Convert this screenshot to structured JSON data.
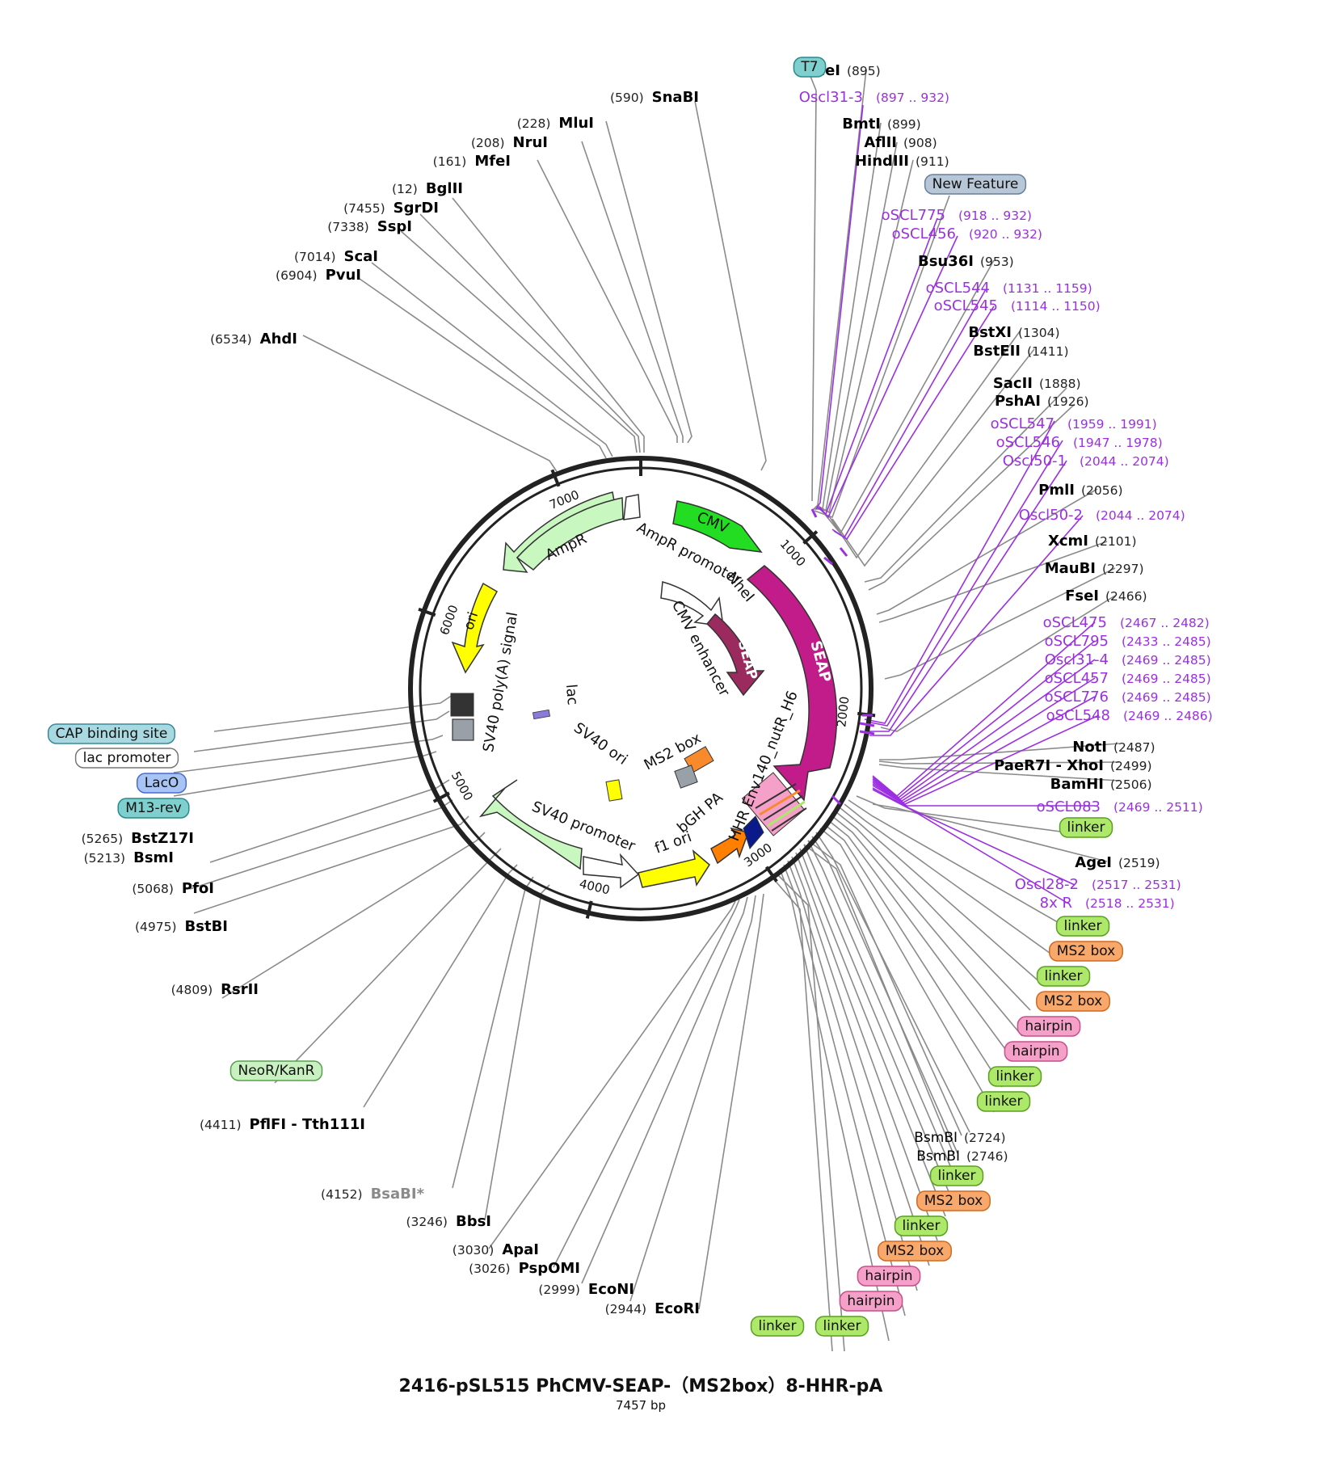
{
  "title": "2416-pSL515 PhCMV-SEAP-（MS2box）8-HHR-pA",
  "length": "7457 bp",
  "ticks": [
    "1000",
    "2000",
    "3000",
    "4000",
    "5000",
    "6000",
    "7000"
  ],
  "enzymes_top": [
    {
      "name": "NheI",
      "pos": "(895)"
    },
    {
      "name": "BmtI",
      "pos": "(899)"
    },
    {
      "name": "AflII",
      "pos": "(908)"
    },
    {
      "name": "HindIII",
      "pos": "(911)"
    },
    {
      "name": "Bsu36I",
      "pos": "(953)"
    },
    {
      "name": "BstXI",
      "pos": "(1304)"
    },
    {
      "name": "BstEII",
      "pos": "(1411)"
    },
    {
      "name": "SacII",
      "pos": "(1888)"
    },
    {
      "name": "PshAI",
      "pos": "(1926)"
    },
    {
      "name": "PmlI",
      "pos": "(2056)"
    },
    {
      "name": "XcmI",
      "pos": "(2101)"
    },
    {
      "name": "MauBI",
      "pos": "(2297)"
    },
    {
      "name": "FseI",
      "pos": "(2466)"
    },
    {
      "name": "NotI",
      "pos": "(2487)"
    },
    {
      "name": "PaeR7I - XhoI",
      "pos": "(2499)"
    },
    {
      "name": "BamHI",
      "pos": "(2506)"
    },
    {
      "name": "AgeI",
      "pos": "(2519)"
    }
  ],
  "primers": [
    {
      "name": "Oscl31-3",
      "range": "(897 .. 932)"
    },
    {
      "name": "oSCL775",
      "range": "(918 .. 932)"
    },
    {
      "name": "oSCL456",
      "range": "(920 .. 932)"
    },
    {
      "name": "oSCL544",
      "range": "(1131 .. 1159)"
    },
    {
      "name": "oSCL545",
      "range": "(1114 .. 1150)"
    },
    {
      "name": "oSCL547",
      "range": "(1959 .. 1991)"
    },
    {
      "name": "oSCL546",
      "range": "(1947 .. 1978)"
    },
    {
      "name": "Oscl50-1",
      "range": "(2044 .. 2074)"
    },
    {
      "name": "Oscl50-2",
      "range": "(2044 .. 2074)"
    },
    {
      "name": "oSCL475",
      "range": "(2467 .. 2482)"
    },
    {
      "name": "oSCL795",
      "range": "(2433 .. 2485)"
    },
    {
      "name": "Oscl31-4",
      "range": "(2469 .. 2485)"
    },
    {
      "name": "oSCL457",
      "range": "(2469 .. 2485)"
    },
    {
      "name": "oSCL776",
      "range": "(2469 .. 2485)"
    },
    {
      "name": "oSCL548",
      "range": "(2469 .. 2486)"
    },
    {
      "name": "oSCL083",
      "range": "(2469 .. 2511)"
    },
    {
      "name": "Oscl28-2",
      "range": "(2517 .. 2531)"
    },
    {
      "name": "8x R",
      "range": "(2518 .. 2531)"
    }
  ],
  "enzymes_left": [
    {
      "name": "SnaBI",
      "pos": "(590)"
    },
    {
      "name": "MluI",
      "pos": "(228)"
    },
    {
      "name": "NruI",
      "pos": "(208)"
    },
    {
      "name": "MfeI",
      "pos": "(161)"
    },
    {
      "name": "BglII",
      "pos": "(12)"
    },
    {
      "name": "SgrDI",
      "pos": "(7455)"
    },
    {
      "name": "SspI",
      "pos": "(7338)"
    },
    {
      "name": "ScaI",
      "pos": "(7014)"
    },
    {
      "name": "PvuI",
      "pos": "(6904)"
    },
    {
      "name": "AhdI",
      "pos": "(6534)"
    },
    {
      "name": "BstZ17I",
      "pos": "(5265)"
    },
    {
      "name": "BsmI",
      "pos": "(5213)"
    },
    {
      "name": "PfoI",
      "pos": "(5068)"
    },
    {
      "name": "BstBI",
      "pos": "(4975)"
    },
    {
      "name": "RsrII",
      "pos": "(4809)"
    },
    {
      "name": "PflFI - Tth111I",
      "pos": "(4411)"
    },
    {
      "name": "BsaBI*",
      "pos": "(4152)"
    },
    {
      "name": "BbsI",
      "pos": "(3246)"
    },
    {
      "name": "ApaI",
      "pos": "(3030)"
    },
    {
      "name": "PspOMI",
      "pos": "(3026)"
    },
    {
      "name": "EcoNI",
      "pos": "(2999)"
    },
    {
      "name": "EcoRI",
      "pos": "(2944)"
    }
  ],
  "bsmbi": [
    {
      "name": "BsmBI",
      "pos": "(2724)"
    },
    {
      "name": "BsmBI",
      "pos": "(2746)"
    }
  ],
  "pills": [
    {
      "label": "T7",
      "color": "#7fcfcf",
      "stroke": "#2a8a8a"
    },
    {
      "label": "New Feature",
      "color": "#b7c7d8",
      "stroke": "#6a7f99"
    },
    {
      "label": "linker",
      "color": "#aee86b",
      "stroke": "#5aa020"
    },
    {
      "label": "linker",
      "color": "#aee86b",
      "stroke": "#5aa020"
    },
    {
      "label": "MS2 box",
      "color": "#f9a86b",
      "stroke": "#d06a20"
    },
    {
      "label": "linker",
      "color": "#aee86b",
      "stroke": "#5aa020"
    },
    {
      "label": "MS2 box",
      "color": "#f9a86b",
      "stroke": "#d06a20"
    },
    {
      "label": "hairpin",
      "color": "#f5a0c8",
      "stroke": "#c5508a"
    },
    {
      "label": "hairpin",
      "color": "#f5a0c8",
      "stroke": "#c5508a"
    },
    {
      "label": "linker",
      "color": "#aee86b",
      "stroke": "#5aa020"
    },
    {
      "label": "linker",
      "color": "#aee86b",
      "stroke": "#5aa020"
    },
    {
      "label": "linker",
      "color": "#aee86b",
      "stroke": "#5aa020"
    },
    {
      "label": "MS2 box",
      "color": "#f9a86b",
      "stroke": "#d06a20"
    },
    {
      "label": "linker",
      "color": "#aee86b",
      "stroke": "#5aa020"
    },
    {
      "label": "MS2 box",
      "color": "#f9a86b",
      "stroke": "#d06a20"
    },
    {
      "label": "hairpin",
      "color": "#f5a0c8",
      "stroke": "#c5508a"
    },
    {
      "label": "hairpin",
      "color": "#f5a0c8",
      "stroke": "#c5508a"
    },
    {
      "label": "linker",
      "color": "#aee86b",
      "stroke": "#5aa020"
    },
    {
      "label": "linker",
      "color": "#aee86b",
      "stroke": "#5aa020"
    },
    {
      "label": "CAP binding site",
      "color": "#a8d8e0",
      "stroke": "#3a8a9a"
    },
    {
      "label": "lac promoter",
      "color": "#ffffff",
      "stroke": "#777777"
    },
    {
      "label": "LacO",
      "color": "#a8c4f5",
      "stroke": "#4a6ad0"
    },
    {
      "label": "M13-rev",
      "color": "#7fcfcf",
      "stroke": "#2a8a8a"
    },
    {
      "label": "NeoR/KanR",
      "color": "#c8f0c0",
      "stroke": "#5aa050"
    }
  ],
  "features": {
    "cmv": "CMV",
    "seap_outer": "SEAP",
    "seap_inner": "SEAP",
    "ampr": "AmpR",
    "ampr_promoter": "AmpR promoter",
    "ori": "ori",
    "sv40_polya": "SV40 poly(A) signal",
    "nhei": "NheI",
    "cmv_enhancer": "CMV enhancer",
    "lac": "lac",
    "sv40_ori": "SV40 ori",
    "ms2_box": "MS2 box",
    "hhr_env": "HHR Env140_nutR_H6",
    "bgh_pa": "bGH PA",
    "f1_ori": "f1 ori",
    "sv40_promoter": "SV40 promoter"
  }
}
